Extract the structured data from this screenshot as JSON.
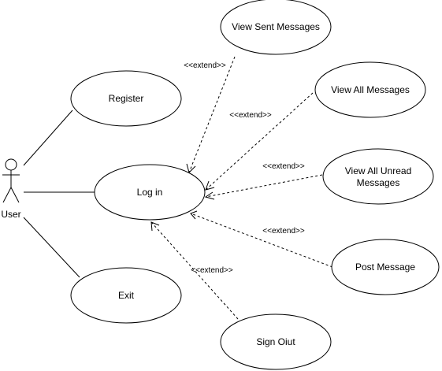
{
  "actor": {
    "label": "User"
  },
  "use_cases": {
    "register": "Register",
    "login": "Log in",
    "exit": "Exit",
    "view_sent": "View Sent Messages",
    "view_all": "View All Messages",
    "view_unread_line1": "View All Unread",
    "view_unread_line2": "Messages",
    "post": "Post Message",
    "sign_out": "Sign Oiut"
  },
  "relations": {
    "extend_view_sent": "<<extend>>",
    "extend_view_all": "<<extend>>",
    "extend_view_unread": "<<extend>>",
    "extend_post": "<<extend>>",
    "extend_sign_out": "<<extend>>"
  }
}
